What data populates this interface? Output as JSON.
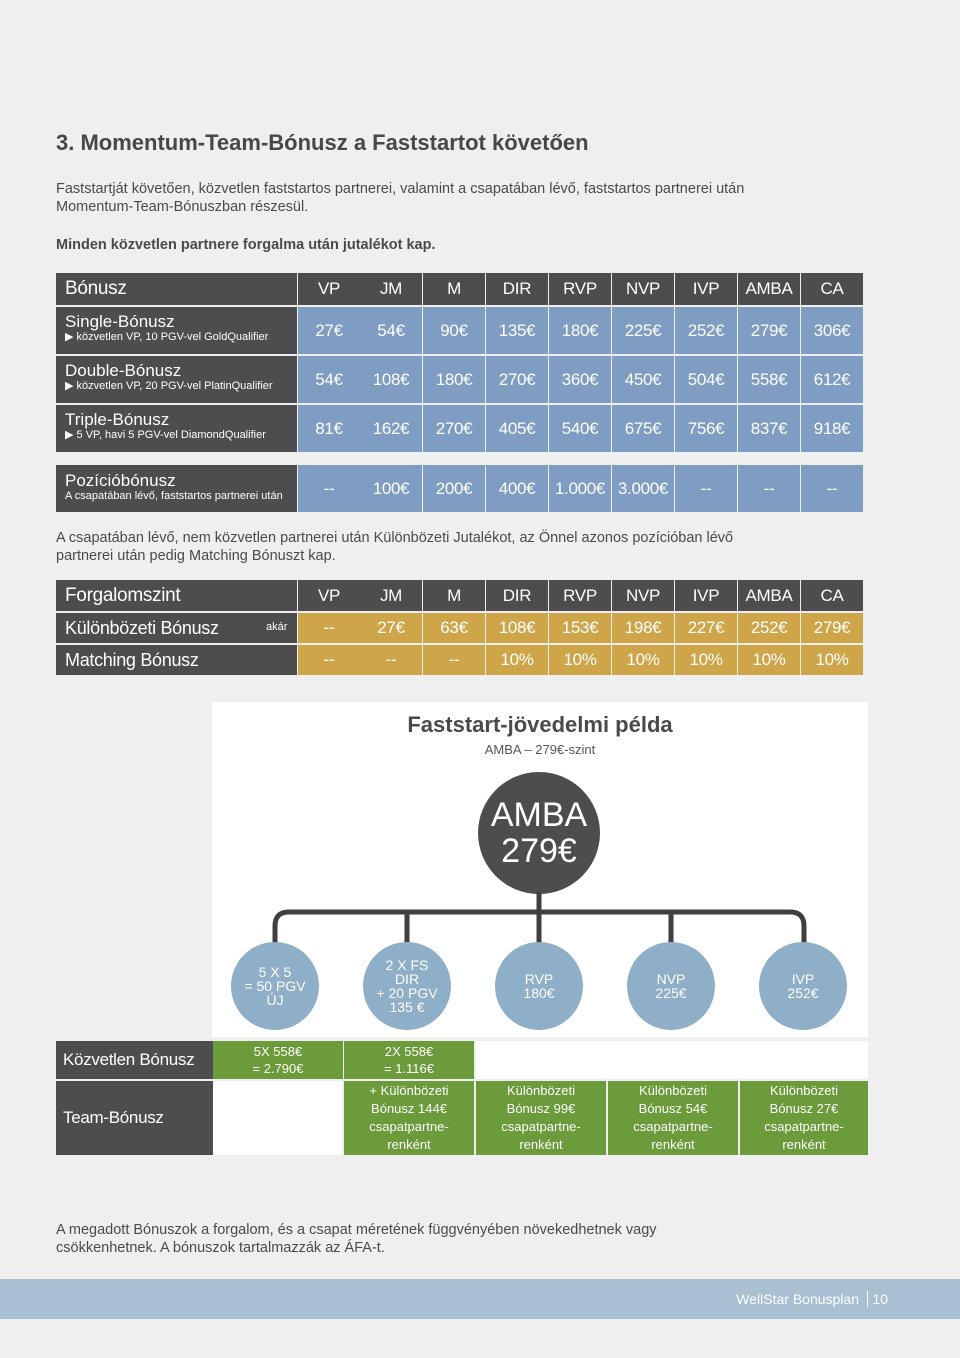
{
  "heading": "3. Momentum-Team-Bónusz a Faststartot követően",
  "intro": {
    "line1": "Faststartját követően, közvetlen faststartos partnerei, valamint a csapatában lévő, faststartos partnerei után",
    "line2": "Momentum-Team-Bónuszban részesül.",
    "bold_line": "Minden közvetlen partnere forgalma után jutalékot kap."
  },
  "table1": {
    "header_label": "Bónusz",
    "columns": [
      "VP",
      "JM",
      "M",
      "DIR",
      "RVP",
      "NVP",
      "IVP",
      "AMBA",
      "CA"
    ],
    "rows": [
      {
        "title": "Single-Bónusz",
        "sub": "▶ közvetlen VP, 10 PGV-vel GoldQualifier",
        "values": [
          "27€",
          "54€",
          "90€",
          "135€",
          "180€",
          "225€",
          "252€",
          "279€",
          "306€"
        ]
      },
      {
        "title": "Double-Bónusz",
        "sub": "▶ közvetlen VP, 20 PGV-vel PlatinQualifier",
        "values": [
          "54€",
          "108€",
          "180€",
          "270€",
          "360€",
          "450€",
          "504€",
          "558€",
          "612€"
        ]
      },
      {
        "title": "Triple-Bónusz",
        "sub": "▶ 5 VP, havi 5 PGV-vel DiamondQualifier",
        "values": [
          "81€",
          "162€",
          "270€",
          "405€",
          "540€",
          "675€",
          "756€",
          "837€",
          "918€"
        ]
      }
    ],
    "position_row": {
      "title": "Pozícióbónusz",
      "sub": "A csapatában lévő, faststartos partnerei után",
      "values": [
        "--",
        "100€",
        "200€",
        "400€",
        "1.000€",
        "3.000€",
        "--",
        "--",
        "--"
      ]
    }
  },
  "mid_text": {
    "line1": "A csapatában lévő, nem közvetlen partnerei után Különbözeti Jutalékot, az Önnel azonos pozícióban lévő",
    "line2": "partnerei után pedig Matching Bónuszt kap."
  },
  "table2": {
    "header_label": "Forgalomszint",
    "columns": [
      "VP",
      "JM",
      "M",
      "DIR",
      "RVP",
      "NVP",
      "IVP",
      "AMBA",
      "CA"
    ],
    "rows": [
      {
        "title": "Különbözeti Bónusz",
        "note": "akár",
        "values": [
          "--",
          "27€",
          "63€",
          "108€",
          "153€",
          "198€",
          "227€",
          "252€",
          "279€"
        ]
      },
      {
        "title": "Matching Bónusz",
        "note": "",
        "values": [
          "--",
          "--",
          "--",
          "10%",
          "10%",
          "10%",
          "10%",
          "10%",
          "10%"
        ]
      }
    ]
  },
  "example": {
    "title": "Faststart-jövedelmi példa",
    "subtitle": "AMBA – 279€-szint",
    "root": {
      "line1": "AMBA",
      "line2": "279€"
    },
    "children": [
      {
        "lines": [
          "5 X 5",
          "= 50 PGV",
          "ÚJ"
        ]
      },
      {
        "lines": [
          "2 X FS",
          "DIR",
          "+ 20 PGV",
          "135 €"
        ]
      },
      {
        "lines": [
          "RVP",
          "180€"
        ]
      },
      {
        "lines": [
          "NVP",
          "225€"
        ]
      },
      {
        "lines": [
          "IVP",
          "252€"
        ]
      }
    ],
    "row_direct": {
      "label": "Közvetlen Bónusz",
      "cells": [
        [
          "5X 558€",
          "= 2.790€"
        ],
        [
          "2X 558€",
          "= 1.116€"
        ]
      ]
    },
    "row_team": {
      "label": "Team-Bónusz",
      "cells": [
        [
          "+ Különbözeti",
          "Bónusz 144€",
          "csapatpartne-",
          "renként"
        ],
        [
          "Különbözeti",
          "Bónusz 99€",
          "csapatpartne-",
          "renként"
        ],
        [
          "Különbözeti",
          "Bónusz 54€",
          "csapatpartne-",
          "renként"
        ],
        [
          "Különbözeti",
          "Bónusz 27€",
          "csapatpartne-",
          "renként"
        ]
      ]
    }
  },
  "note": {
    "line1": "A megadott Bónuszok a forgalom, és a csapat méretének függvényében növekedhetnek vagy",
    "line2": "csökkenhetnek. A bónuszok tartalmazzák az ÁFA-t."
  },
  "footer": {
    "brand": "WellStar Bonusplan",
    "page": "10"
  },
  "colors": {
    "dark": "#4d4d4f",
    "blue": "#7f9dc2",
    "gold": "#cfa54a",
    "green": "#6b9b3a",
    "footer": "#a9c0d3",
    "circle_root": "#4d4d4f",
    "circle_child": "#8fafc8"
  }
}
